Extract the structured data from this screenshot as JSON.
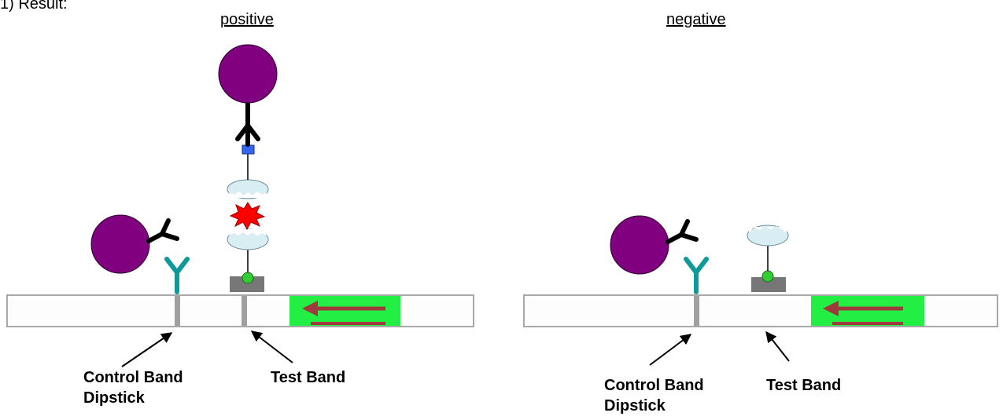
{
  "header": {
    "text": "1) Result:"
  },
  "panels": [
    {
      "title": "positive",
      "control_label": "Control Band",
      "dipstick_label": "Dipstick",
      "test_label": "Test Band"
    },
    {
      "title": "negative",
      "control_label": "Control Band",
      "dipstick_label": "Dipstick",
      "test_label": "Test Band"
    }
  ],
  "colors": {
    "bead": "#800080",
    "capture_antibody": "#10999a",
    "flow_zone": "#22ee44",
    "flow_arrow": "#a0393c",
    "tag": "#3366ee",
    "ligand": "#33cc33",
    "pad": "#777777",
    "vesicle": "#d9eef3",
    "burst": "#ff0000"
  }
}
